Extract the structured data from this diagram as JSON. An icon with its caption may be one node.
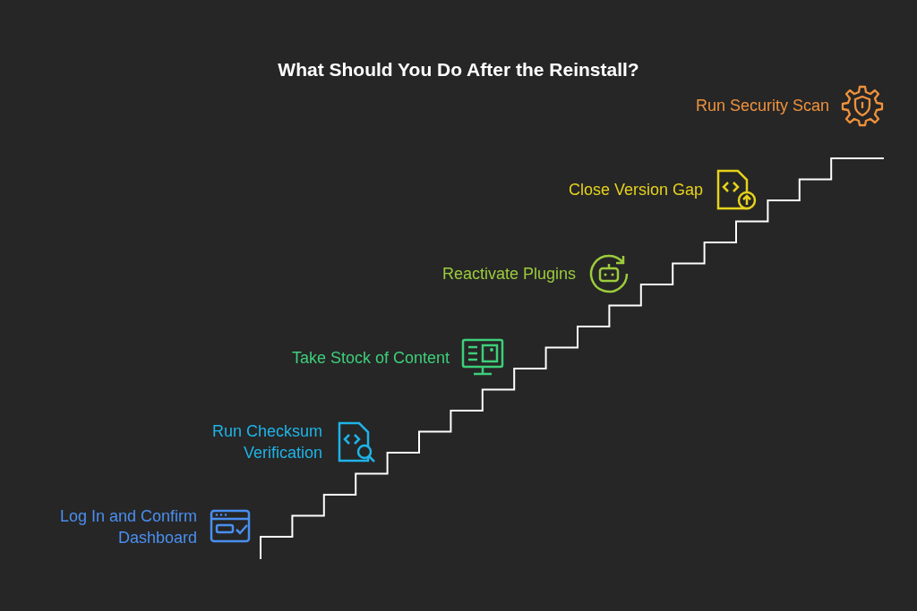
{
  "diagram": {
    "title": "What Should You Do After the Reinstall?",
    "nodes": [
      {
        "text": [
          "Log In and Confirm Dashboard"
        ]
      },
      {
        "text": [
          "Run Checksum Verification"
        ]
      },
      {
        "text": [
          "Take Stock of Content"
        ]
      },
      {
        "text": [
          "Reactivate Plugins"
        ]
      },
      {
        "text": [
          "Close Version Gap"
        ]
      },
      {
        "text": [
          "Run Security Scan"
        ]
      }
    ]
  }
}
